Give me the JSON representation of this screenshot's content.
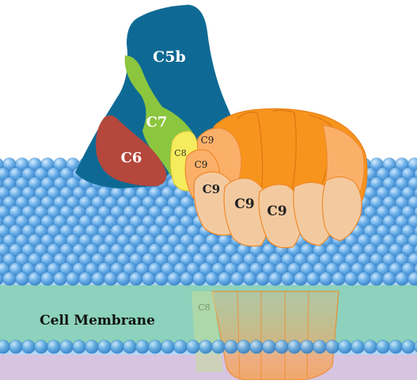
{
  "labels": {
    "c5b": "C5b",
    "c7": "C7",
    "c6": "C6",
    "c8_top": "C8",
    "c8_low": "C8",
    "c9_a": "C9",
    "c9_b": "C9",
    "c9_c": "C9",
    "c9_d": "C9",
    "c9_e": "C9",
    "membrane": "Cell Membrane"
  },
  "colors": {
    "c5b": "#0e6a94",
    "c7": "#8cc63f",
    "c6": "#b5473c",
    "c8": "#f4ec5c",
    "c9_dark": "#f7941d",
    "c9_mid": "#fbb06a",
    "c9_light": "#f3caa0",
    "bead": "#5ea8e6",
    "membrane_green": "#7fd0a8",
    "cytoplasm": "#d6c4e0"
  }
}
